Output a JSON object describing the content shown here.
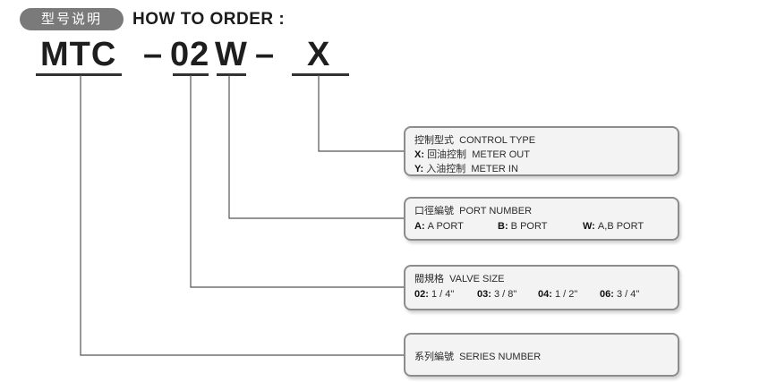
{
  "header": {
    "badge_label": "型号说明",
    "title": "HOW TO ORDER :"
  },
  "code": {
    "segments": [
      {
        "id": "series",
        "text": "MTC"
      },
      {
        "id": "dash1",
        "text": "–"
      },
      {
        "id": "size",
        "text": "02"
      },
      {
        "id": "port",
        "text": "W"
      },
      {
        "id": "dash2",
        "text": "–"
      },
      {
        "id": "control",
        "text": "X"
      }
    ]
  },
  "boxes": {
    "control": {
      "title_cn": "控制型式",
      "title_en": "CONTROL  TYPE",
      "options": [
        {
          "code": "X:",
          "cn": "回油控制",
          "en": "METER OUT"
        },
        {
          "code": "Y:",
          "cn": "入油控制",
          "en": "METER IN"
        }
      ]
    },
    "port": {
      "title_cn": "口徑編號",
      "title_en": "PORT NUMBER",
      "options": [
        {
          "code": "A:",
          "text": "A PORT"
        },
        {
          "code": "B:",
          "text": "B PORT"
        },
        {
          "code": "W:",
          "text": "A,B PORT"
        }
      ]
    },
    "size": {
      "title_cn": "閥規格",
      "title_en": "VALVE SIZE",
      "options": [
        {
          "code": "02:",
          "text": "1 / 4\""
        },
        {
          "code": "03:",
          "text": "3 / 8\""
        },
        {
          "code": "04:",
          "text": "1 / 2\""
        },
        {
          "code": "06:",
          "text": "3 / 4\""
        }
      ]
    },
    "series": {
      "title_cn": "系列編號",
      "title_en": "SERIES NUMBER"
    }
  },
  "colors": {
    "badge_bg": "#7a7a7a",
    "box_border": "#8c8c8c",
    "box_bg": "#f3f3f3",
    "line": "#555555"
  }
}
